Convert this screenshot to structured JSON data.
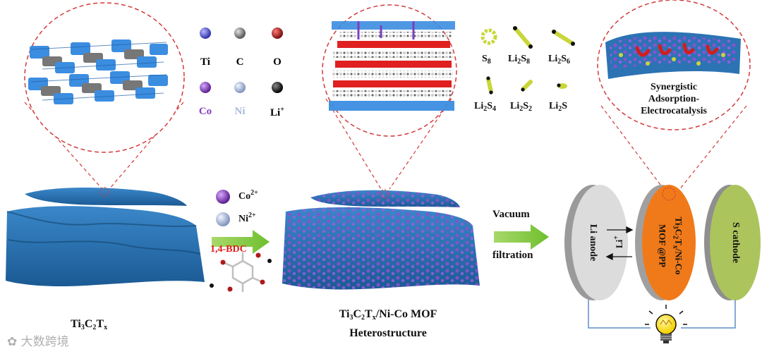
{
  "legend": {
    "ti": "Ti",
    "c": "C",
    "o": "O",
    "co": "Co",
    "ni": "Ni",
    "li": "Li",
    "li_sup": "+",
    "colors": {
      "ti": "#5a5ad6",
      "c": "#8a8a8a",
      "o": "#b01818",
      "co": "#8a3fc0",
      "ni": "#a9b9d8",
      "li": "#111111"
    }
  },
  "species": {
    "s8": "S",
    "s8_sub": "8",
    "li2s8": "Li",
    "li2s8_sub1": "2",
    "li2s8_s": "S",
    "li2s8_sub2": "8",
    "li2s6": "Li",
    "li2s6_sub1": "2",
    "li2s6_s": "S",
    "li2s6_sub2": "6",
    "li2s4": "Li",
    "li2s4_sub1": "2",
    "li2s4_s": "S",
    "li2s4_sub2": "4",
    "li2s2": "Li",
    "li2s2_sub1": "2",
    "li2s2_s": "S",
    "li2s2_sub2": "2",
    "li2s": "Li",
    "li2s_sub1": "2",
    "li2s_s": "S"
  },
  "synergy": {
    "line1": "Synergistic",
    "line2": "Adsorption-",
    "line3": "Electrocatalysis"
  },
  "reagents": {
    "co": "Co",
    "co_sup": "2+",
    "ni": "Ni",
    "ni_sup": "2+",
    "bdc": "1,4-BDC"
  },
  "process": {
    "line1": "Vacuum",
    "line2": "filtration"
  },
  "labels": {
    "mxene_a": "Ti",
    "mxene_a_sub": "3",
    "mxene_b": "C",
    "mxene_b_sub": "2",
    "mxene_c": "T",
    "mxene_c_sub": "x",
    "hetero_a": "Ti",
    "hetero_a_sub": "3",
    "hetero_b": "C",
    "hetero_b_sub": "2",
    "hetero_c": "T",
    "hetero_c_sub": "x",
    "hetero_d": "/Ni-Co MOF",
    "hetero_line2": "Heterostructure"
  },
  "battery": {
    "anode": "Li anode",
    "li_ion": "Li",
    "li_ion_sup": "+",
    "sep_line1_a": "Ti",
    "sep_line1_sub1": "3",
    "sep_line1_b": "C",
    "sep_line1_sub2": "2",
    "sep_line1_c": "T",
    "sep_line1_sub3": "x",
    "sep_line1_d": "/Ni-Co",
    "sep_line2": "MOF @PP",
    "cathode": "S cathode",
    "colors": {
      "anode": "#d9d9d9",
      "separator": "#f07a1a",
      "cathode": "#a9c25a",
      "wire": "#5b8fc9",
      "bulb": "#ffe600"
    }
  },
  "watermark": "大数跨境"
}
